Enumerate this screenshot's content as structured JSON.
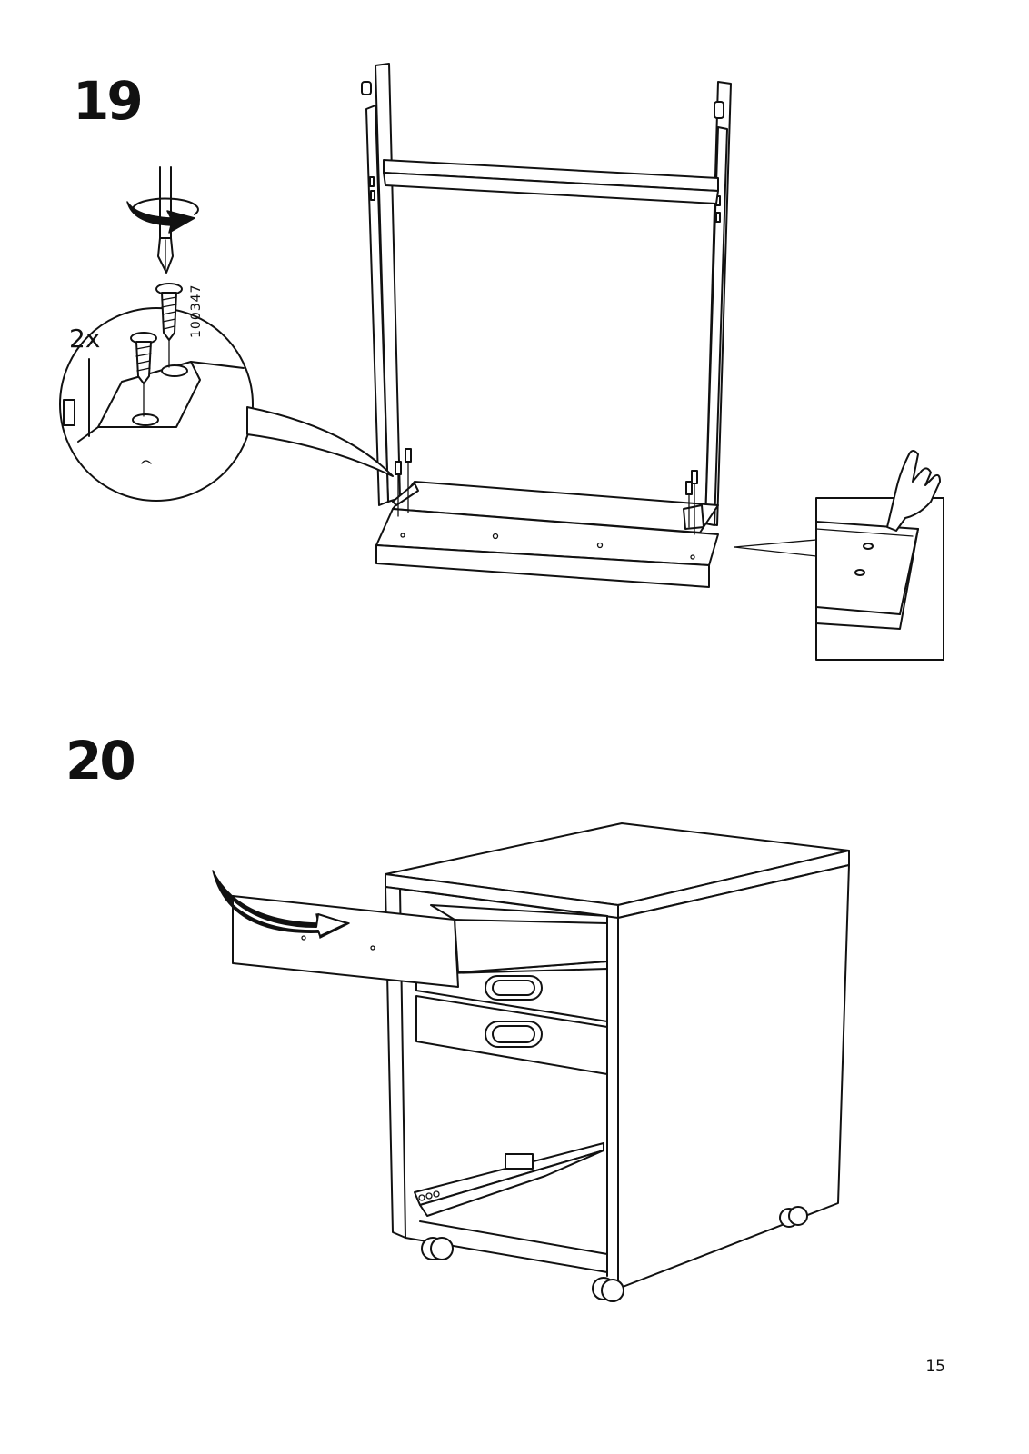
{
  "steps": [
    {
      "number": "19",
      "quantity": "2x",
      "part_number": "100347"
    },
    {
      "number": "20"
    }
  ],
  "page_number": "15",
  "icons": [
    "screwdriver-icon",
    "rotate-arrow-icon",
    "screw-icon",
    "hand-icon",
    "insert-arrow-icon"
  ]
}
